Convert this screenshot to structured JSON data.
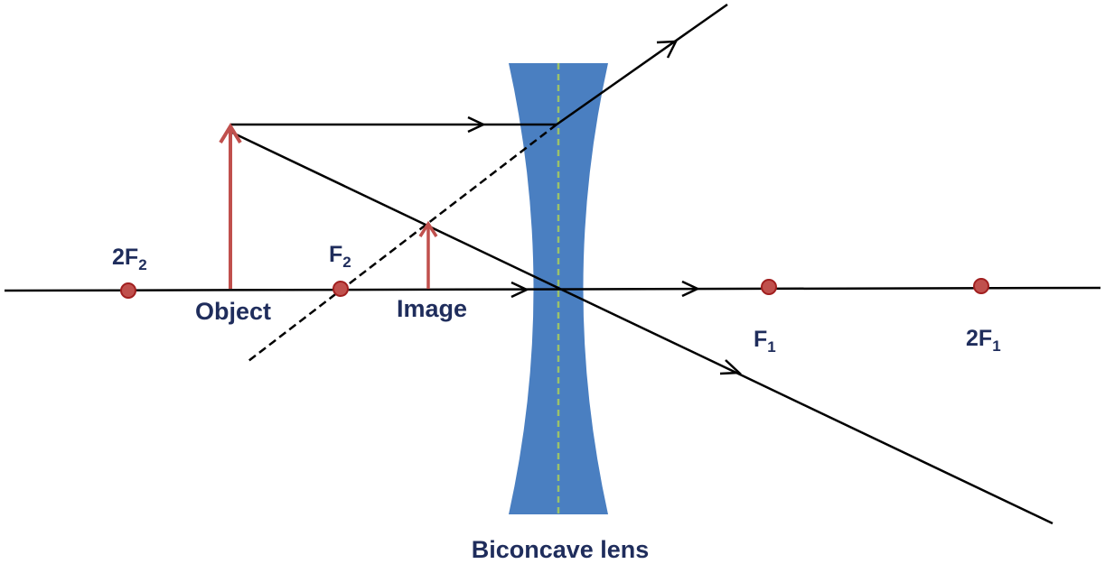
{
  "diagram": {
    "caption": "Biconcave lens",
    "labels": {
      "object": "Object",
      "image": "Image"
    },
    "points": {
      "two_f2": {
        "base": "2F",
        "sub": "2"
      },
      "f2": {
        "base": "F",
        "sub": "2"
      },
      "f1": {
        "base": "F",
        "sub": "1"
      },
      "two_f1": {
        "base": "2F",
        "sub": "1"
      }
    },
    "colors": {
      "text": "#1f2d5c",
      "lens_fill": "#4a7fc1",
      "lens_axis": "#9bc26a",
      "arrow": "#c0504d",
      "point_fill": "#c0504d",
      "point_stroke": "#a11f1f",
      "ray": "#000000"
    }
  }
}
